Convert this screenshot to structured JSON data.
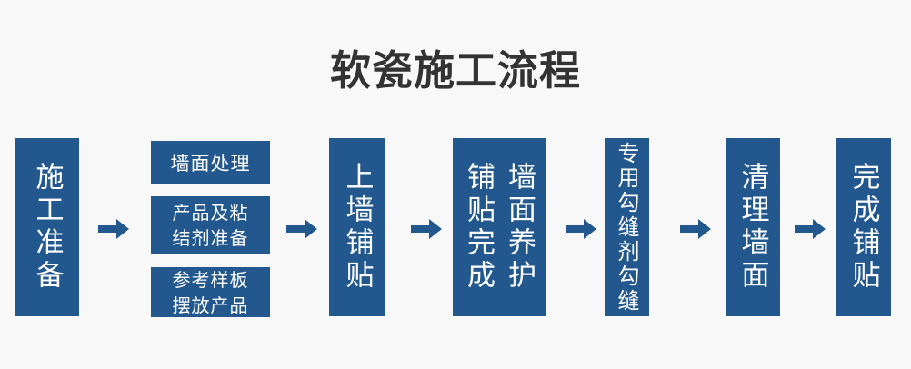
{
  "page": {
    "title": "软瓷施工流程",
    "background_color": "#f8f8f8",
    "node_color": "#23588f",
    "title_color": "#333333",
    "arrow_color": "#23588f",
    "text_color": "#ffffff"
  },
  "flow": {
    "nodes": [
      {
        "id": "node-1",
        "label": "施工准备",
        "orientation": "vertical"
      },
      {
        "id": "substack-1",
        "orientation": "stack",
        "items": [
          {
            "id": "sub-1-1",
            "label": "墙面处理"
          },
          {
            "id": "sub-1-2",
            "label": "产品及粘\n结剂准备"
          },
          {
            "id": "sub-1-3",
            "label": "参考样板\n摆放产品"
          }
        ]
      },
      {
        "id": "node-2",
        "label": "上墙铺贴",
        "orientation": "vertical"
      },
      {
        "id": "node-3",
        "label": "墙面养护\n铺贴完成",
        "orientation": "vertical"
      },
      {
        "id": "node-4",
        "label": "专用勾缝剂勾缝",
        "orientation": "vertical"
      },
      {
        "id": "node-5",
        "label": "清理墙面",
        "orientation": "vertical"
      },
      {
        "id": "node-6",
        "label": "完成铺贴",
        "orientation": "vertical"
      }
    ],
    "arrows": [
      {
        "id": "arrow-1",
        "glyph": "arrow-right-icon"
      },
      {
        "id": "arrow-2",
        "glyph": "arrow-right-icon"
      },
      {
        "id": "arrow-3",
        "glyph": "arrow-right-icon"
      },
      {
        "id": "arrow-4",
        "glyph": "arrow-right-icon"
      },
      {
        "id": "arrow-5",
        "glyph": "arrow-right-icon"
      },
      {
        "id": "arrow-6",
        "glyph": "arrow-right-icon"
      }
    ]
  }
}
